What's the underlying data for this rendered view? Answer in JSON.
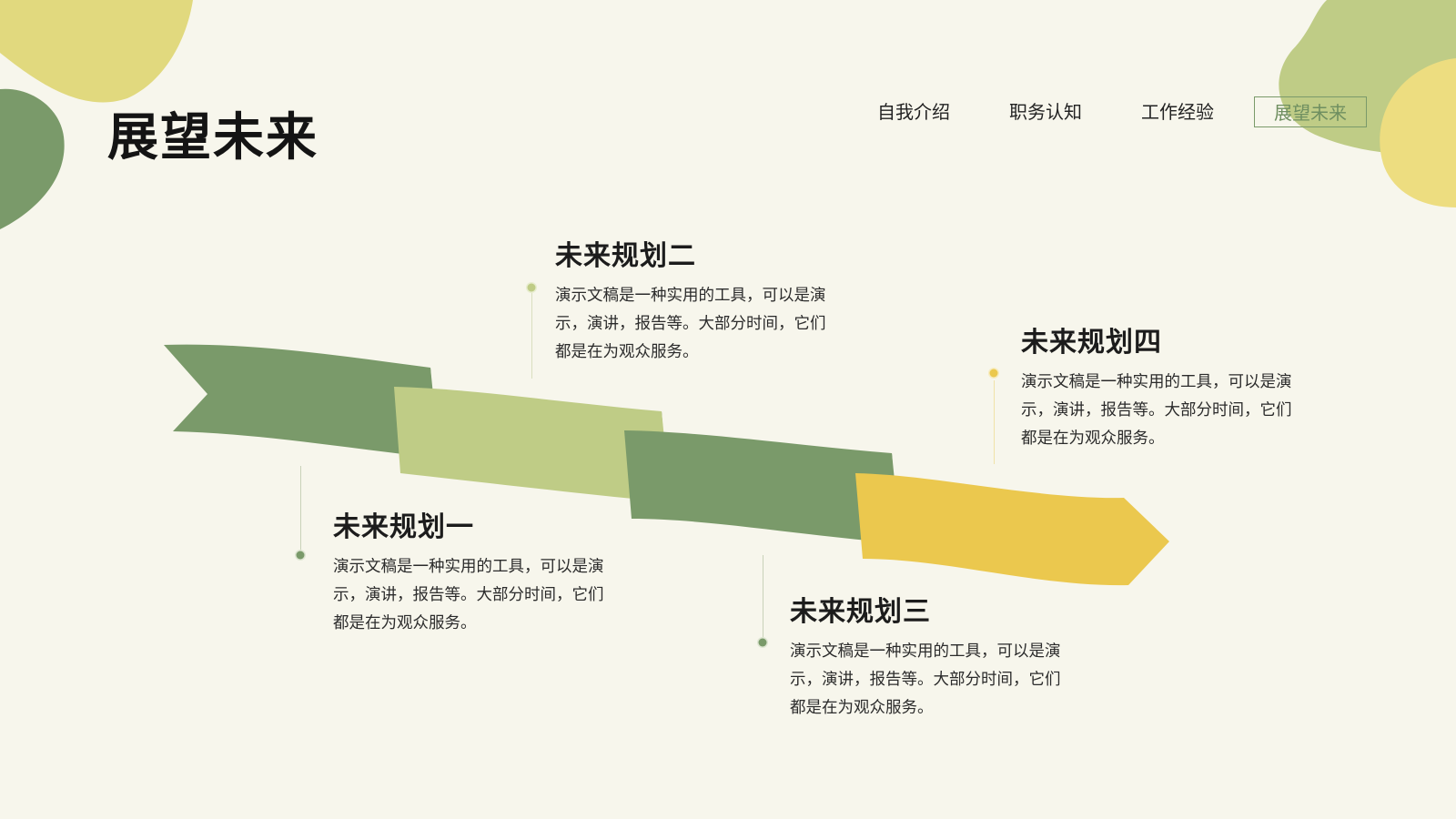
{
  "page": {
    "title": "展望未来"
  },
  "nav": {
    "items": [
      {
        "label": "自我介绍",
        "active": false
      },
      {
        "label": "职务认知",
        "active": false
      },
      {
        "label": "工作经验",
        "active": false
      },
      {
        "label": "展望未来",
        "active": true
      }
    ]
  },
  "colors": {
    "background": "#f7f6ec",
    "dark_green": "#7a9a6a",
    "light_green": "#bfcc86",
    "yellow": "#ebc84e",
    "pale_yellow": "#e8dc80"
  },
  "plans": [
    {
      "title": "未来规划一",
      "desc": "演示文稿是一种实用的工具，可以是演示，演讲，报告等。大部分时间，它们都是在为观众服务。"
    },
    {
      "title": "未来规划二",
      "desc": "演示文稿是一种实用的工具，可以是演示，演讲，报告等。大部分时间，它们都是在为观众服务。"
    },
    {
      "title": "未来规划三",
      "desc": "演示文稿是一种实用的工具，可以是演示，演讲，报告等。大部分时间，它们都是在为观众服务。"
    },
    {
      "title": "未来规划四",
      "desc": "演示文稿是一种实用的工具，可以是演示，演讲，报告等。大部分时间，它们都是在为观众服务。"
    }
  ]
}
